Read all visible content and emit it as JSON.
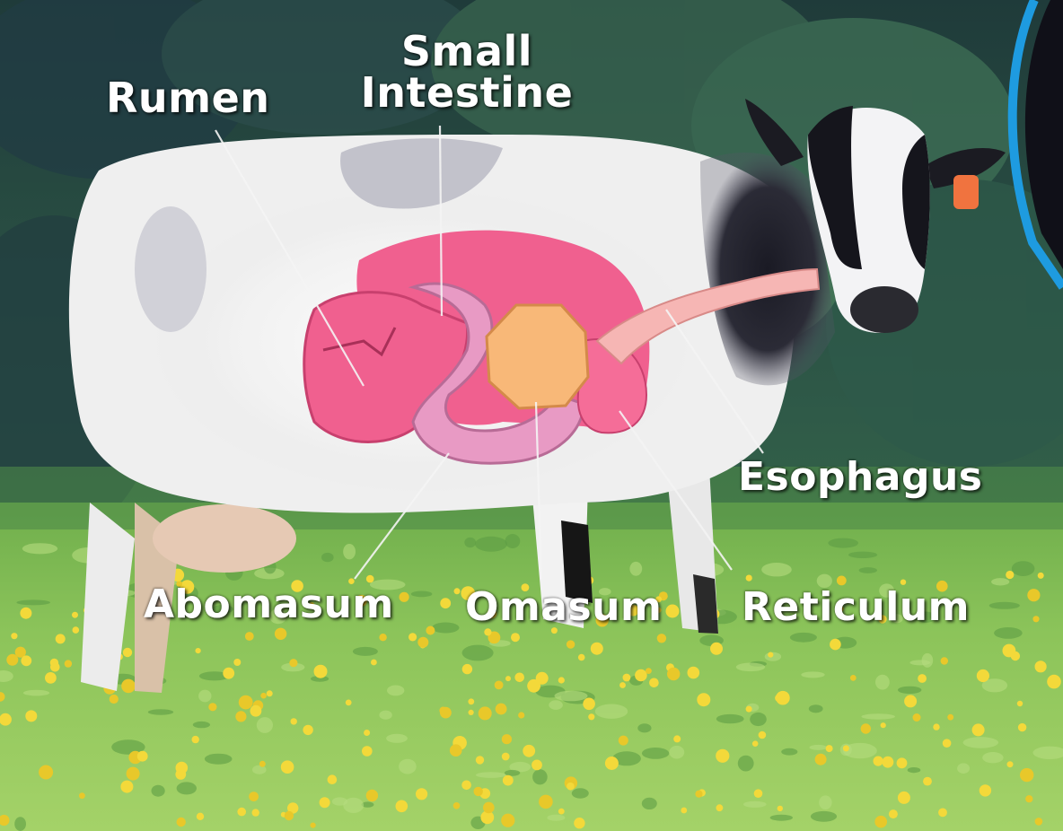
{
  "diagram": {
    "labels": {
      "rumen": "Rumen",
      "small_intestine_line1": "Small",
      "small_intestine_line2": "Intestine",
      "esophagus": "Esophagus",
      "abomasum": "Abomasum",
      "omasum": "Omasum",
      "reticulum": "Reticulum"
    },
    "colors": {
      "rumen": "#f0608f",
      "reticulum": "#f56d98",
      "abomasum": "#e89ac4",
      "omasum": "#f8b878",
      "esophagus": "#f6b6b4",
      "ear_tag": "#f0733f",
      "border_accent": "#1e9be0"
    }
  }
}
